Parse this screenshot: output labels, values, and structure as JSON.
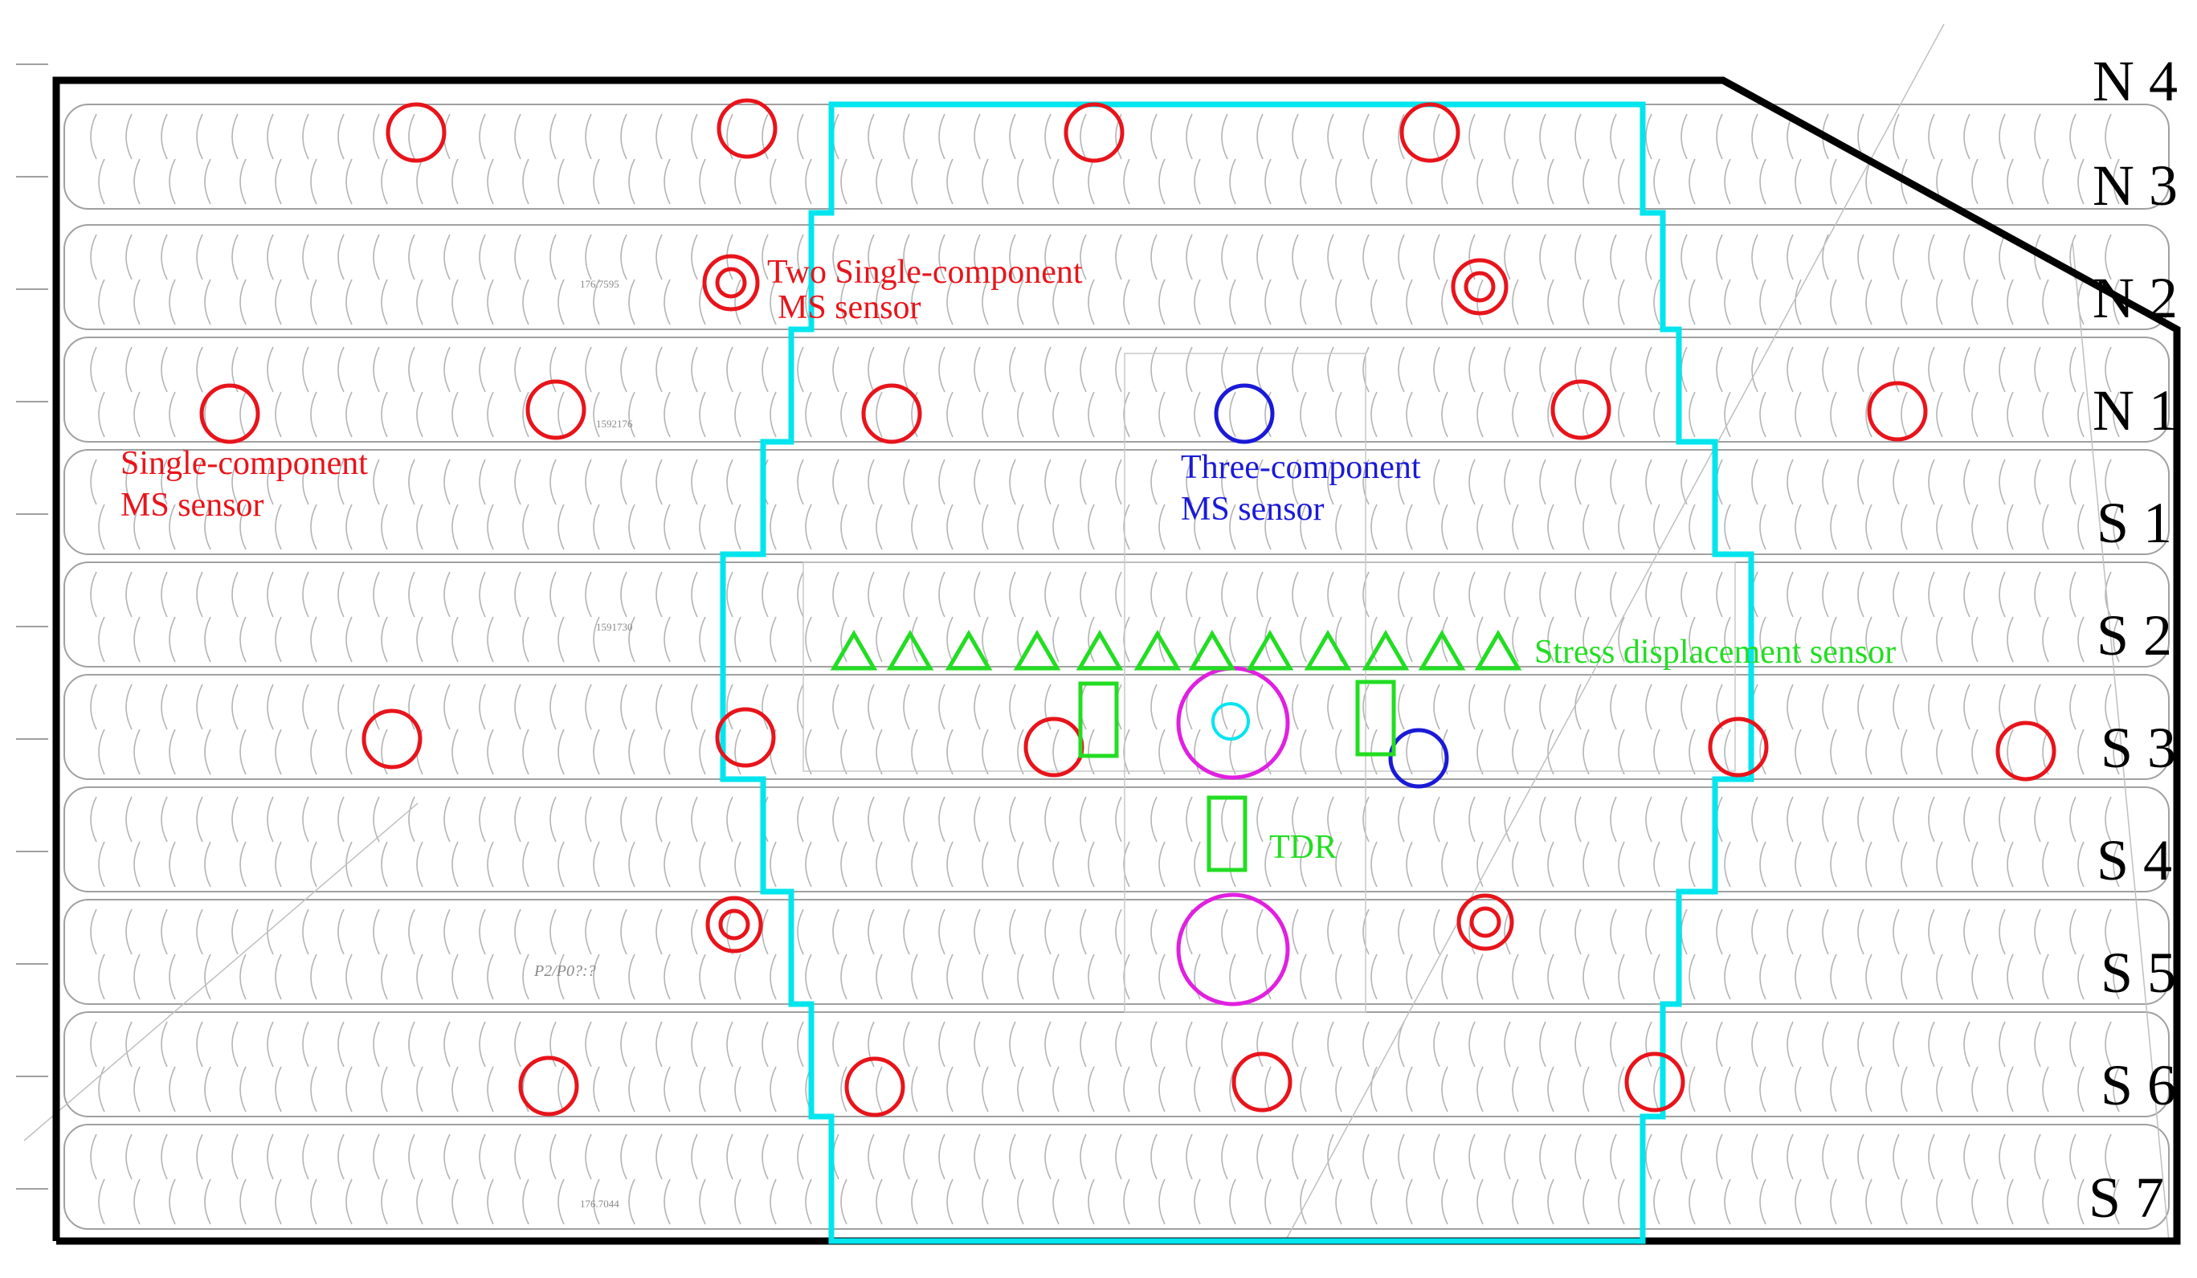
{
  "colors": {
    "background": "#ffffff",
    "boundary": "#000000",
    "panel": "#00e5ee",
    "single_sensor": "#e8141b",
    "three_sensor": "#1a1ad6",
    "green": "#22dd22",
    "magenta": "#e020e0",
    "grid": "#a0a0a0"
  },
  "annotations": {
    "two_single_line1": "Two Single-component",
    "two_single_line2": "MS sensor",
    "single_line1": "Single-component",
    "single_line2": "MS sensor",
    "three_line1": "Three-component",
    "three_line2": "MS sensor",
    "stress": "Stress displacement sensor",
    "tdr": "TDR"
  },
  "row_labels": [
    "N 4",
    "N 3",
    "N 2",
    "N 1",
    "S 1",
    "S 2",
    "S 3",
    "S 4",
    "S 5",
    "S 6",
    "S 7"
  ],
  "background_text": [
    "176.7595",
    "1592176",
    "1591730",
    "176.7044",
    "P2/P0?:?"
  ],
  "symbols": {
    "single_component_sensor": "red-circle",
    "two_single_component_sensor": "red-concentric-circles",
    "three_component_sensor": "blue-circle",
    "stress_displacement_sensor": "green-triangle",
    "tdr": "green-rectangle",
    "shaft": "magenta-circle"
  }
}
